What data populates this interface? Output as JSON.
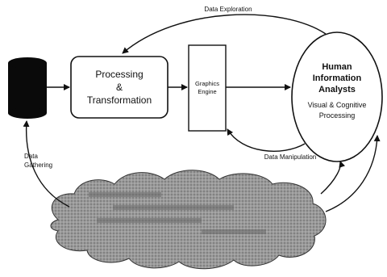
{
  "diagram": {
    "labels": {
      "data_exploration": "Data Exploration",
      "processing_line1": "Processing",
      "processing_line2": "&",
      "processing_line3": "Transformation",
      "graphics_line1": "Graphics",
      "graphics_line2": "Engine",
      "analyst_line1": "Human",
      "analyst_line2": "Information",
      "analyst_line3": "Analysts",
      "analyst_line4": "Visual & Cognitive",
      "analyst_line5": "Processing",
      "data_manipulation": "Data Manipulation",
      "data_gathering_line1": "Data",
      "data_gathering_line2": "Gathering"
    },
    "colors": {
      "ink": "#111111",
      "cloud_fill": "#8a8a8a",
      "cloud_text": "#5a5a5a",
      "database": "#0a0a0a",
      "paper": "#ffffff"
    }
  }
}
